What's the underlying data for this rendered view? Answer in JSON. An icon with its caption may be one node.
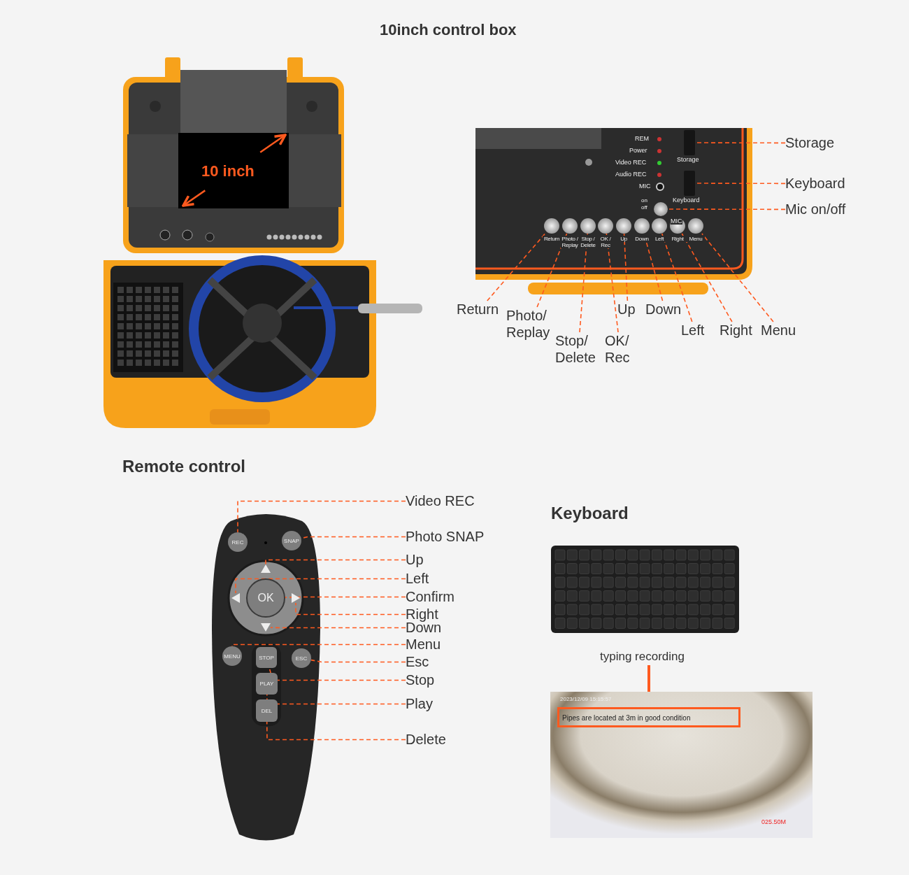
{
  "diagram": {
    "nodes": [
      {
        "text": [
          "Storage"
        ]
      },
      {
        "text": [
          "Keyboard"
        ]
      },
      {
        "text": [
          "Mic on/off"
        ]
      },
      {
        "text": [
          "Return"
        ]
      },
      {
        "text": [
          "Photo/ Replay"
        ]
      },
      {
        "text": [
          "Up"
        ]
      },
      {
        "text": [
          "Down"
        ]
      },
      {
        "text": [
          "Stop/ Delete"
        ]
      },
      {
        "text": [
          "OK/ Rec"
        ]
      },
      {
        "text": [
          "Left"
        ]
      },
      {
        "text": [
          "Right"
        ]
      },
      {
        "text": [
          "Menu"
        ]
      },
      {
        "text": [],
        "shape": "box"
      },
      {
        "text": [],
        "shape": "box"
      },
      {
        "text": [],
        "shape": "circle"
      },
      {
        "text": [],
        "shape": "circle"
      },
      {
        "text": [],
        "shape": "circle"
      },
      {
        "text": [],
        "shape": "circle"
      },
      {
        "text": [],
        "shape": "circle"
      },
      {
        "text": [],
        "shape": "circle"
      },
      {
        "text": [],
        "shape": "circle"
      },
      {
        "text": [],
        "shape": "circle"
      },
      {
        "text": [],
        "shape": "circle"
      },
      {
        "text": [],
        "shape": "circle"
      },
      {
        "text": [
          "REC"
        ]
      },
      {
        "text": [
          "SNAP"
        ]
      },
      {
        "text": [],
        "shape": "triangle"
      },
      {
        "text": [],
        "shape": "triangle"
      },
      {
        "text": [
          "OK"
        ]
      },
      {
        "text": [],
        "shape": "triangle"
      },
      {
        "text": [],
        "shape": "triangle"
      },
      {
        "text": [
          "MENU"
        ]
      },
      {
        "text": [
          "STOP"
        ]
      },
      {
        "text": [
          "ESC"
        ]
      },
      {
        "text": [
          "PLAY"
        ]
      },
      {
        "text": [
          "DEL"
        ]
      },
      {
        "text": [
          "Video REC"
        ]
      },
      {
        "text": [
          "Photo SNAP"
        ]
      },
      {
        "text": [
          "Up"
        ]
      },
      {
        "text": [
          "Left"
        ]
      },
      {
        "text": [
          "Confirm"
        ]
      },
      {
        "text": [
          "Right"
        ]
      },
      {
        "text": [
          "Down"
        ]
      },
      {
        "text": [
          "Menu"
        ]
      },
      {
        "text": [
          "Esc"
        ]
      },
      {
        "text": [
          "Stop"
        ]
      },
      {
        "text": [
          "Play"
        ]
      },
      {
        "text": [
          "Delete"
        ]
      },
      {
        "text": [
          "typing recording"
        ]
      },
      {
        "text": [],
        "shape": "picture"
      },
      {
        "text": [
          "Pipes are located at 3m in good condition"
        ],
        "in": 49
      }
    ],
    "edges": [
      {
        "from": 0,
        "to": 12,
        "arrow": "none",
        "style": "dashed"
      },
      {
        "from": 1,
        "to": 13,
        "arrow": "none",
        "style": "dashed"
      },
      {
        "from": 2,
        "to": 14,
        "arrow": "none",
        "style": "dashed"
      },
      {
        "from": 3,
        "to": 15,
        "arrow": "none",
        "style": "dashed"
      },
      {
        "from": 4,
        "to": 16,
        "arrow": "none",
        "style": "dashed"
      },
      {
        "from": 7,
        "to": 17,
        "arrow": "none",
        "style": "dashed"
      },
      {
        "from": 8,
        "to": 18,
        "arrow": "none",
        "style": "dashed"
      },
      {
        "from": 5,
        "to": 19,
        "arrow": "none",
        "style": "dashed"
      },
      {
        "from": 6,
        "to": 20,
        "arrow": "none",
        "style": "dashed"
      },
      {
        "from": 9,
        "to": 21,
        "arrow": "none",
        "style": "dashed"
      },
      {
        "from": 10,
        "to": 22,
        "arrow": "none",
        "style": "dashed"
      },
      {
        "from": 11,
        "to": 23,
        "arrow": "none",
        "style": "dashed"
      },
      {
        "from": 36,
        "to": 24,
        "arrow": "none",
        "style": "dashed"
      },
      {
        "from": 37,
        "to": 25,
        "arrow": "none",
        "style": "dashed"
      },
      {
        "from": 38,
        "to": 26,
        "arrow": "none",
        "style": "dashed"
      },
      {
        "from": 39,
        "to": 27,
        "arrow": "none",
        "style": "dashed"
      },
      {
        "from": 40,
        "to": 28,
        "arrow": "none",
        "style": "dashed"
      },
      {
        "from": 41,
        "to": 29,
        "arrow": "none",
        "style": "dashed"
      },
      {
        "from": 42,
        "to": 30,
        "arrow": "none",
        "style": "dashed"
      },
      {
        "from": 43,
        "to": 31,
        "arrow": "none",
        "style": "dashed"
      },
      {
        "from": 44,
        "to": 33,
        "arrow": "none",
        "style": "dashed"
      },
      {
        "from": 45,
        "to": 32,
        "arrow": "none",
        "style": "dashed"
      },
      {
        "from": 46,
        "to": 34,
        "arrow": "none",
        "style": "dashed"
      },
      {
        "from": 47,
        "to": 35,
        "arrow": "none",
        "style": "dashed"
      },
      {
        "from": 48,
        "to": 50,
        "arrow": "to",
        "style": "thick"
      }
    ],
    "labels": [
      "10inch control box",
      "10 inch",
      "REM",
      "Power",
      "Video REC",
      "Audio REC",
      "MIC",
      "on",
      "off",
      "MIC",
      "Storage",
      "Keyboard",
      "Return",
      "Photo / Replay",
      "Stop / Delete",
      "OK / Rec",
      "Up",
      "Down",
      "Left",
      "Right",
      "Menu",
      "Remote control",
      "Keyboard",
      "2023/12/09 15:15:57",
      "025.50M"
    ]
  }
}
